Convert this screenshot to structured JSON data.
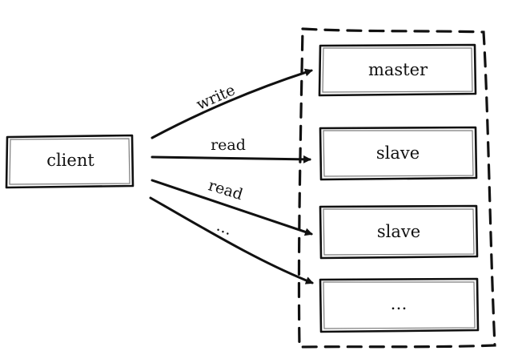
{
  "nodes": {
    "client": "client",
    "master": "master",
    "slave_1": "slave",
    "slave_2": "slave",
    "more": "…"
  },
  "edges": {
    "write": "write",
    "read_1": "read",
    "read_2": "read",
    "more": "…"
  }
}
